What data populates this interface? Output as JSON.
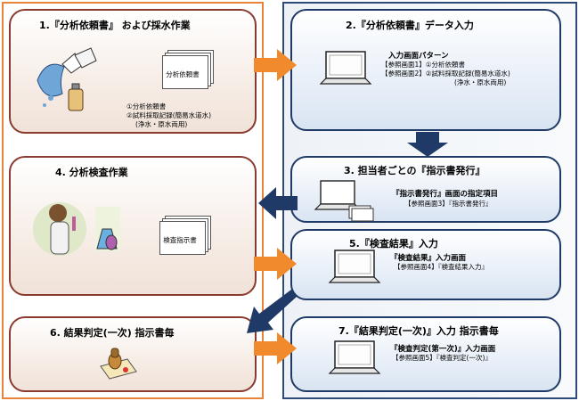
{
  "box1": {
    "title": "1.『分析依頼書』 および採水作業",
    "doc_label": "分析依頼書",
    "lines": [
      "①分析依頼書",
      "②試料採取記録(簡易水道水)",
      "(浄水・原水両用)"
    ]
  },
  "box2": {
    "title": "2.『分析依頼書』データ入力",
    "subtitle": "入力画面パターン",
    "lines": [
      "【参照画面1】①分析依頼書",
      "【参照画面2】②試料採取記録(簡易水道水)",
      "(浄水・原水両用)"
    ]
  },
  "box3": {
    "title": "3. 担当者ごとの『指示書発行』",
    "subtitle": "『指示書発行』画面の指定項目",
    "line": "【参照画面3】『指示書発行』"
  },
  "box4": {
    "title": "4. 分析検査作業",
    "doc_label": "検査指示書"
  },
  "box5": {
    "title": "5.『検査結果』入力",
    "subtitle": "『検査結果』入力画面",
    "line": "【参照画面4】『検査結果入力』"
  },
  "box6": {
    "title": "6. 結果判定(一次) 指示書毎"
  },
  "box7": {
    "title": "7.『結果判定(一次)』入力 指示書毎",
    "subtitle": "『検査判定(第一次)』入力画面",
    "line": "【参照画面5】『検査判定(一次)』"
  },
  "colors": {
    "left_border": "#e8833a",
    "right_border": "#2d4a7a",
    "orange_arrow": "#f08a2c",
    "navy_arrow": "#1f3a66"
  }
}
